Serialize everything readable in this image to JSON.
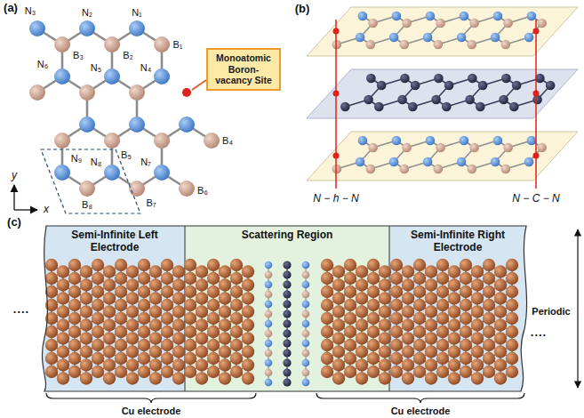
{
  "diagram": {
    "nodes": [
      {
        "text": [
          "Monoatomic Boron-vacancy Site"
        ]
      },
      {
        "text": [
          "Semi-Infinite Left Electrode"
        ]
      },
      {
        "text": [
          "Scattering Region"
        ]
      },
      {
        "text": [
          "Semi-Infinite Right Electrode"
        ]
      }
    ],
    "labels": [
      "(a)",
      "N₃",
      "N₂",
      "N₁",
      "B₃",
      "B₂",
      "B₁",
      "N₆",
      "N₅",
      "N₄",
      "B₄",
      "B₅",
      "N₉",
      "N₈",
      "N₇",
      "B₈",
      "B₇",
      "B₆",
      "y",
      "x",
      "(b)",
      "N − h − N",
      "N − C − N",
      "(c)",
      "....",
      "....",
      "Periodic",
      "Cu electrode",
      "Cu electrode"
    ]
  }
}
